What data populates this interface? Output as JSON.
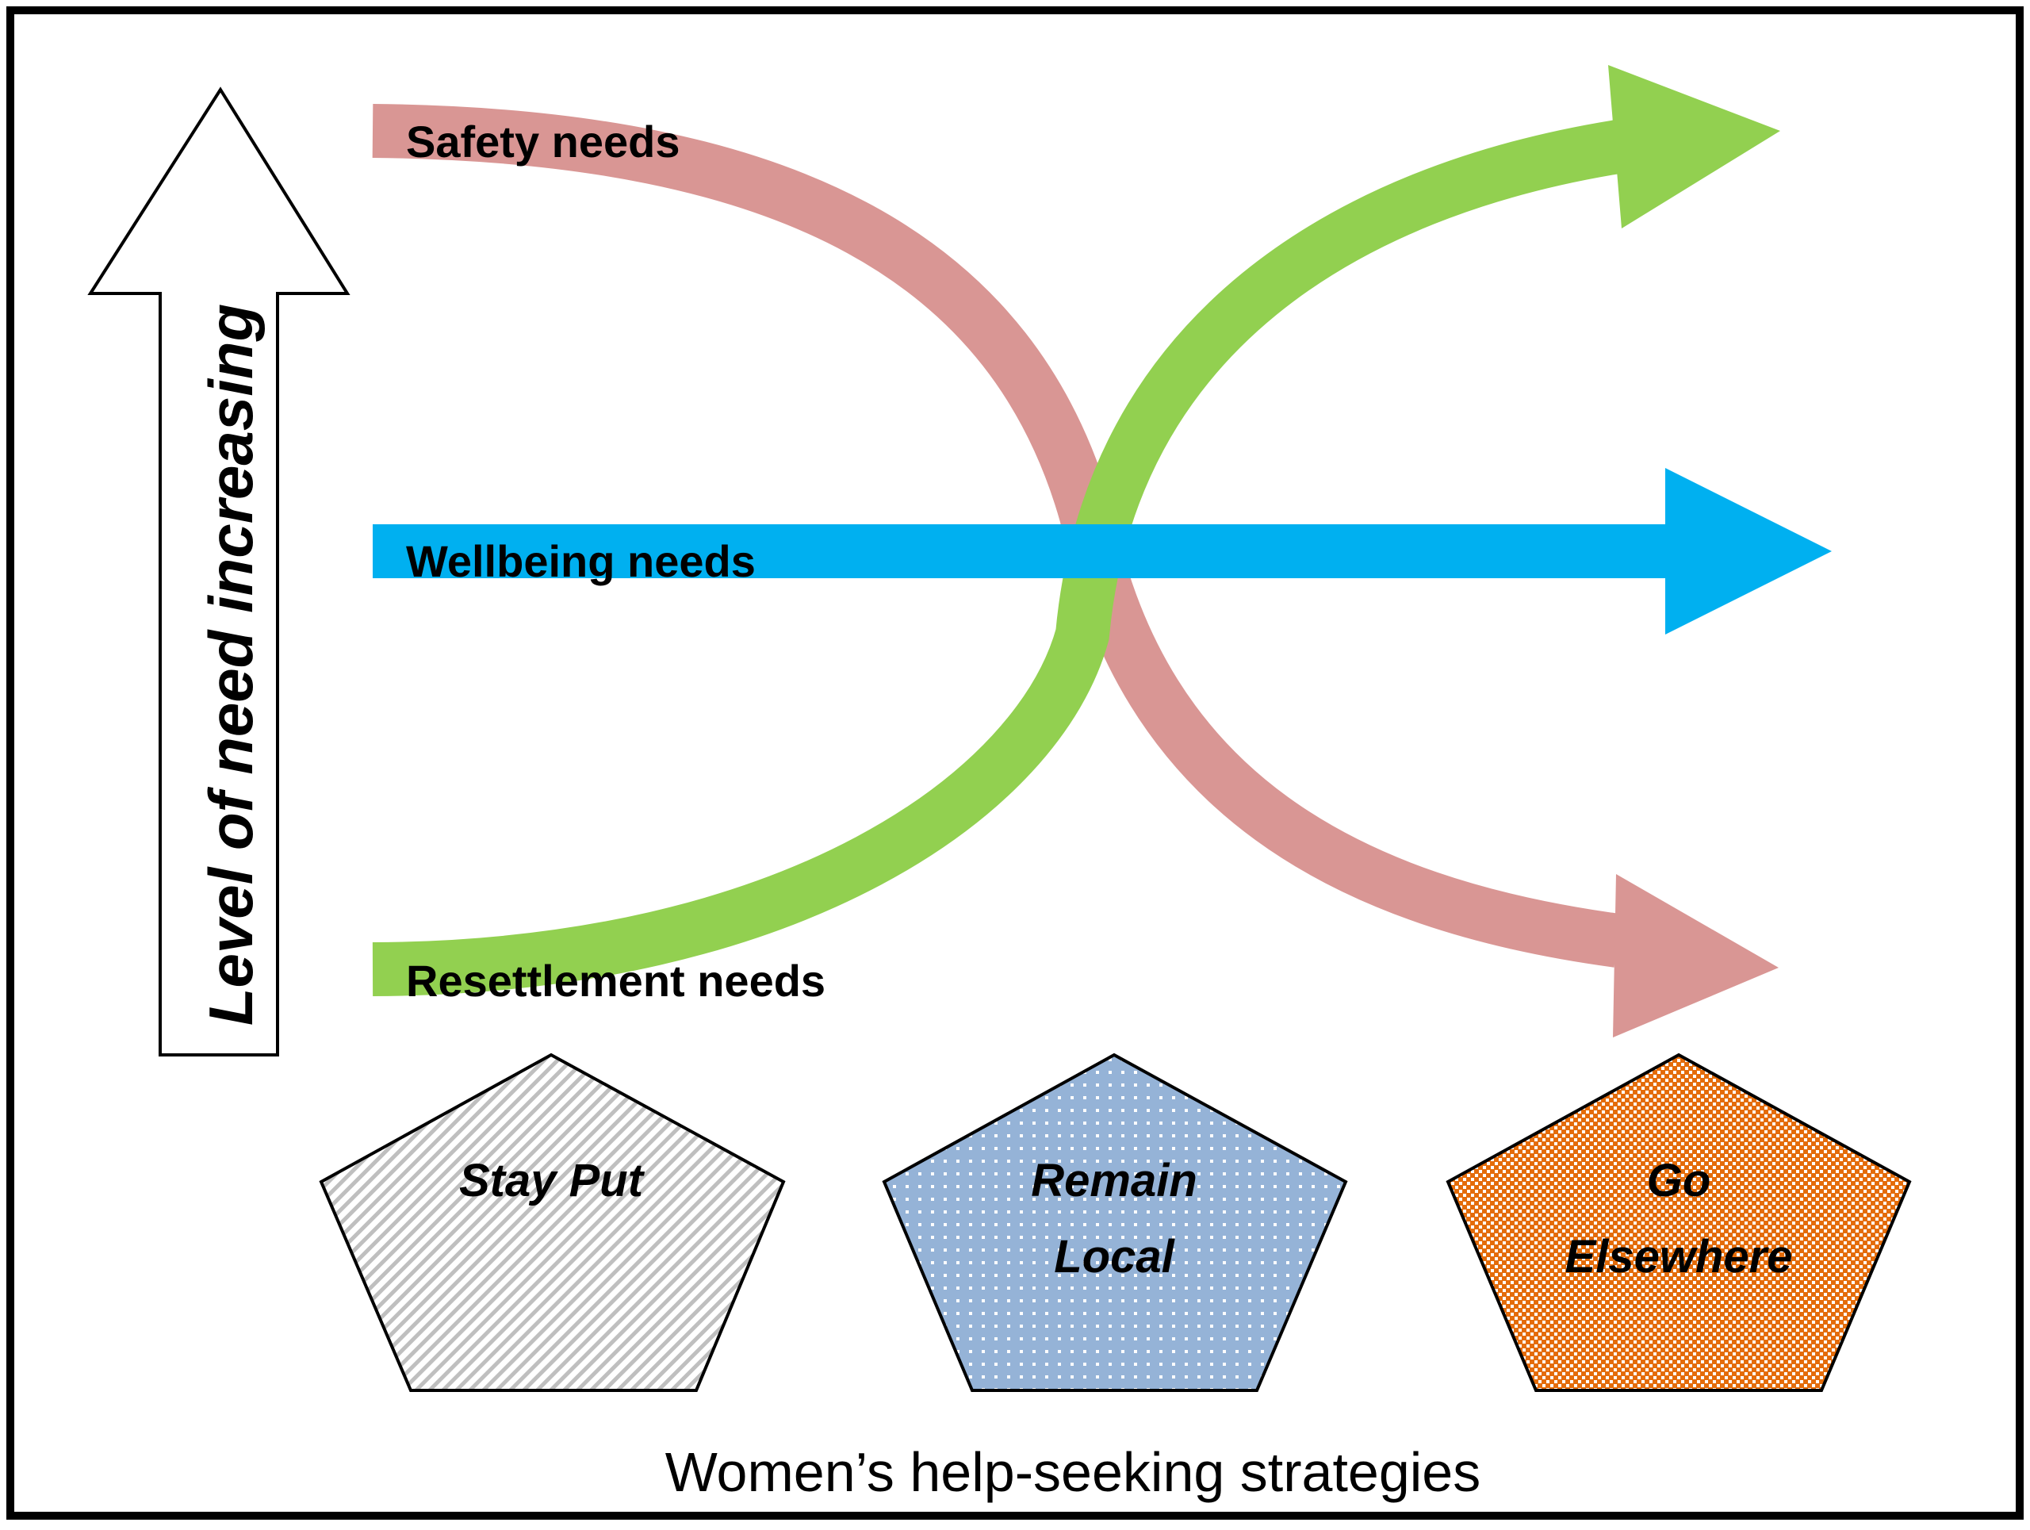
{
  "axis": {
    "label": "Level of need increasing"
  },
  "needs": {
    "safety": {
      "label": "Safety needs",
      "color": "#d99694"
    },
    "wellbeing": {
      "label": "Wellbeing needs",
      "color": "#00b0f0"
    },
    "resettlement": {
      "label": "Resettlement needs",
      "color": "#92d050"
    }
  },
  "strategies": [
    {
      "line1": "Stay Put",
      "line2": "",
      "pattern": "diagonal-stripes",
      "color": "#bfbfbf"
    },
    {
      "line1": "Remain",
      "line2": "Local",
      "pattern": "dots",
      "color": "#95b3d7"
    },
    {
      "line1": "Go",
      "line2": "Elsewhere",
      "pattern": "checker",
      "color": "#e46c0a"
    }
  ],
  "caption": "Women’s help-seeking strategies"
}
